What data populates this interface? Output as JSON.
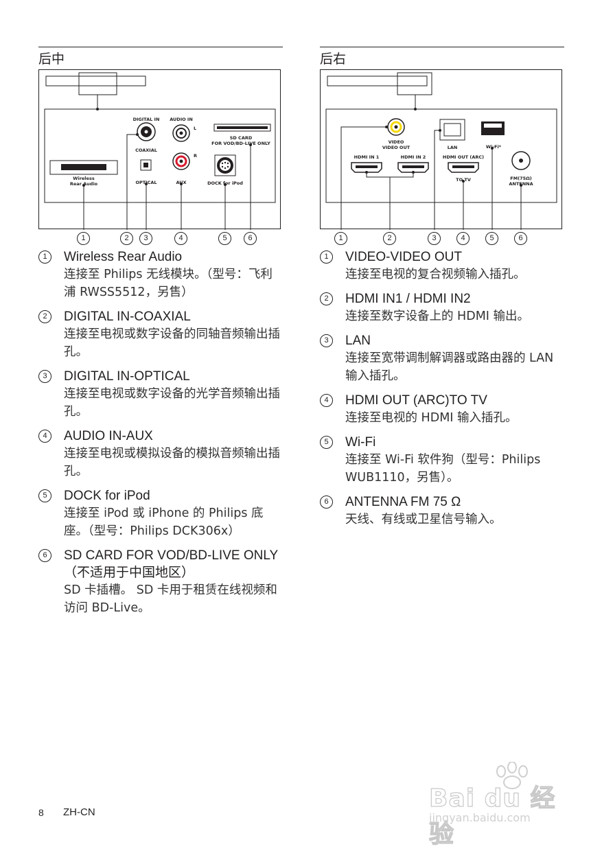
{
  "left": {
    "heading": "后中",
    "diagram": {
      "labels": {
        "digital_in": "DIGITAL IN",
        "coaxial": "COAXIAL",
        "optical": "OPTICAL",
        "audio_in": "AUDIO IN",
        "l": "L",
        "r": "R",
        "aux": "AUX",
        "sd_card": "SD CARD",
        "sd_card_sub": "FOR VOD/BD-LIVE ONLY",
        "dock": "DOCK for iPod",
        "wireless": "Wireless",
        "rear_audio": "Rear Audio"
      },
      "callouts": [
        "1",
        "2",
        "3",
        "4",
        "5",
        "6"
      ]
    },
    "items": [
      {
        "num": "1",
        "title": "Wireless Rear Audio",
        "desc": "连接至 Philips 无线模块。（型号：飞利浦 RWSS5512，另售）"
      },
      {
        "num": "2",
        "title": "DIGITAL IN-COAXIAL",
        "desc": "连接至电视或数字设备的同轴音频输出插孔。"
      },
      {
        "num": "3",
        "title": "DIGITAL IN-OPTICAL",
        "desc": "连接至电视或数字设备的光学音频输出插孔。"
      },
      {
        "num": "4",
        "title": "AUDIO IN-AUX",
        "desc": "连接至电视或模拟设备的模拟音频输出插孔。"
      },
      {
        "num": "5",
        "title": "DOCK for iPod",
        "desc": "连接至 iPod 或 iPhone 的 Philips 底座。（型号：Philips DCK306x）"
      },
      {
        "num": "6",
        "title": "SD CARD FOR VOD/BD-LIVE ONLY （不适用于中国地区）",
        "desc": "SD 卡插槽。 SD 卡用于租赁在线视频和访问 BD-Live。"
      }
    ]
  },
  "right": {
    "heading": "后右",
    "diagram": {
      "labels": {
        "video": "VIDEO",
        "video_out": "VIDEO OUT",
        "lan": "LAN",
        "wifi": "Wi-Fi*",
        "hdmi_in1": "HDMI IN 1",
        "hdmi_in2": "HDMI IN 2",
        "hdmi_out": "HDMI OUT (ARC)",
        "to_tv": "TO TV",
        "fm": "FM(75Ω)",
        "antenna": "ANTENNA"
      },
      "callouts": [
        "1",
        "2",
        "3",
        "4",
        "5",
        "6"
      ]
    },
    "items": [
      {
        "num": "1",
        "title": "VIDEO-VIDEO OUT",
        "desc": "连接至电视的复合视频输入插孔。"
      },
      {
        "num": "2",
        "title": "HDMI IN1 / HDMI IN2",
        "desc": "连接至数字设备上的 HDMI 输出。"
      },
      {
        "num": "3",
        "title": "LAN",
        "desc": "连接至宽带调制解调器或路由器的 LAN 输入插孔。"
      },
      {
        "num": "4",
        "title": "HDMI OUT (ARC)TO TV",
        "desc": "连接至电视的 HDMI 输入插孔。"
      },
      {
        "num": "5",
        "title": "Wi-Fi",
        "desc": "连接至 Wi-Fi 软件狗（型号：Philips WUB1110，另售）。"
      },
      {
        "num": "6",
        "title": "ANTENNA FM 75 Ω",
        "desc": "天线、有线或卫星信号输入。"
      }
    ]
  },
  "footer": {
    "page": "8",
    "lang": "ZH-CN"
  },
  "watermark": {
    "main": "Bai du 经验",
    "sub": "jingyan.baidu.com"
  }
}
